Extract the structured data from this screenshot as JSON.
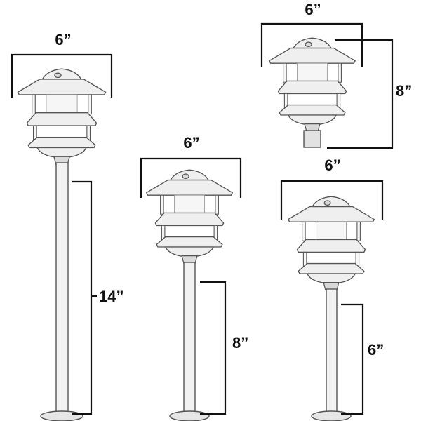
{
  "figure": {
    "lamps": [
      {
        "id": "lamp-14",
        "width_label": "6”",
        "height_label": "14”"
      },
      {
        "id": "lamp-8-post",
        "width_label": "6”",
        "height_label": "8”"
      },
      {
        "id": "lamp-head-only",
        "width_label": "6”",
        "height_label": "8”"
      },
      {
        "id": "lamp-6",
        "width_label": "6”",
        "height_label": "6”"
      }
    ]
  },
  "colors": {
    "line": "#111111",
    "lamp_outline": "#555555",
    "lamp_fill": "#efefef"
  }
}
